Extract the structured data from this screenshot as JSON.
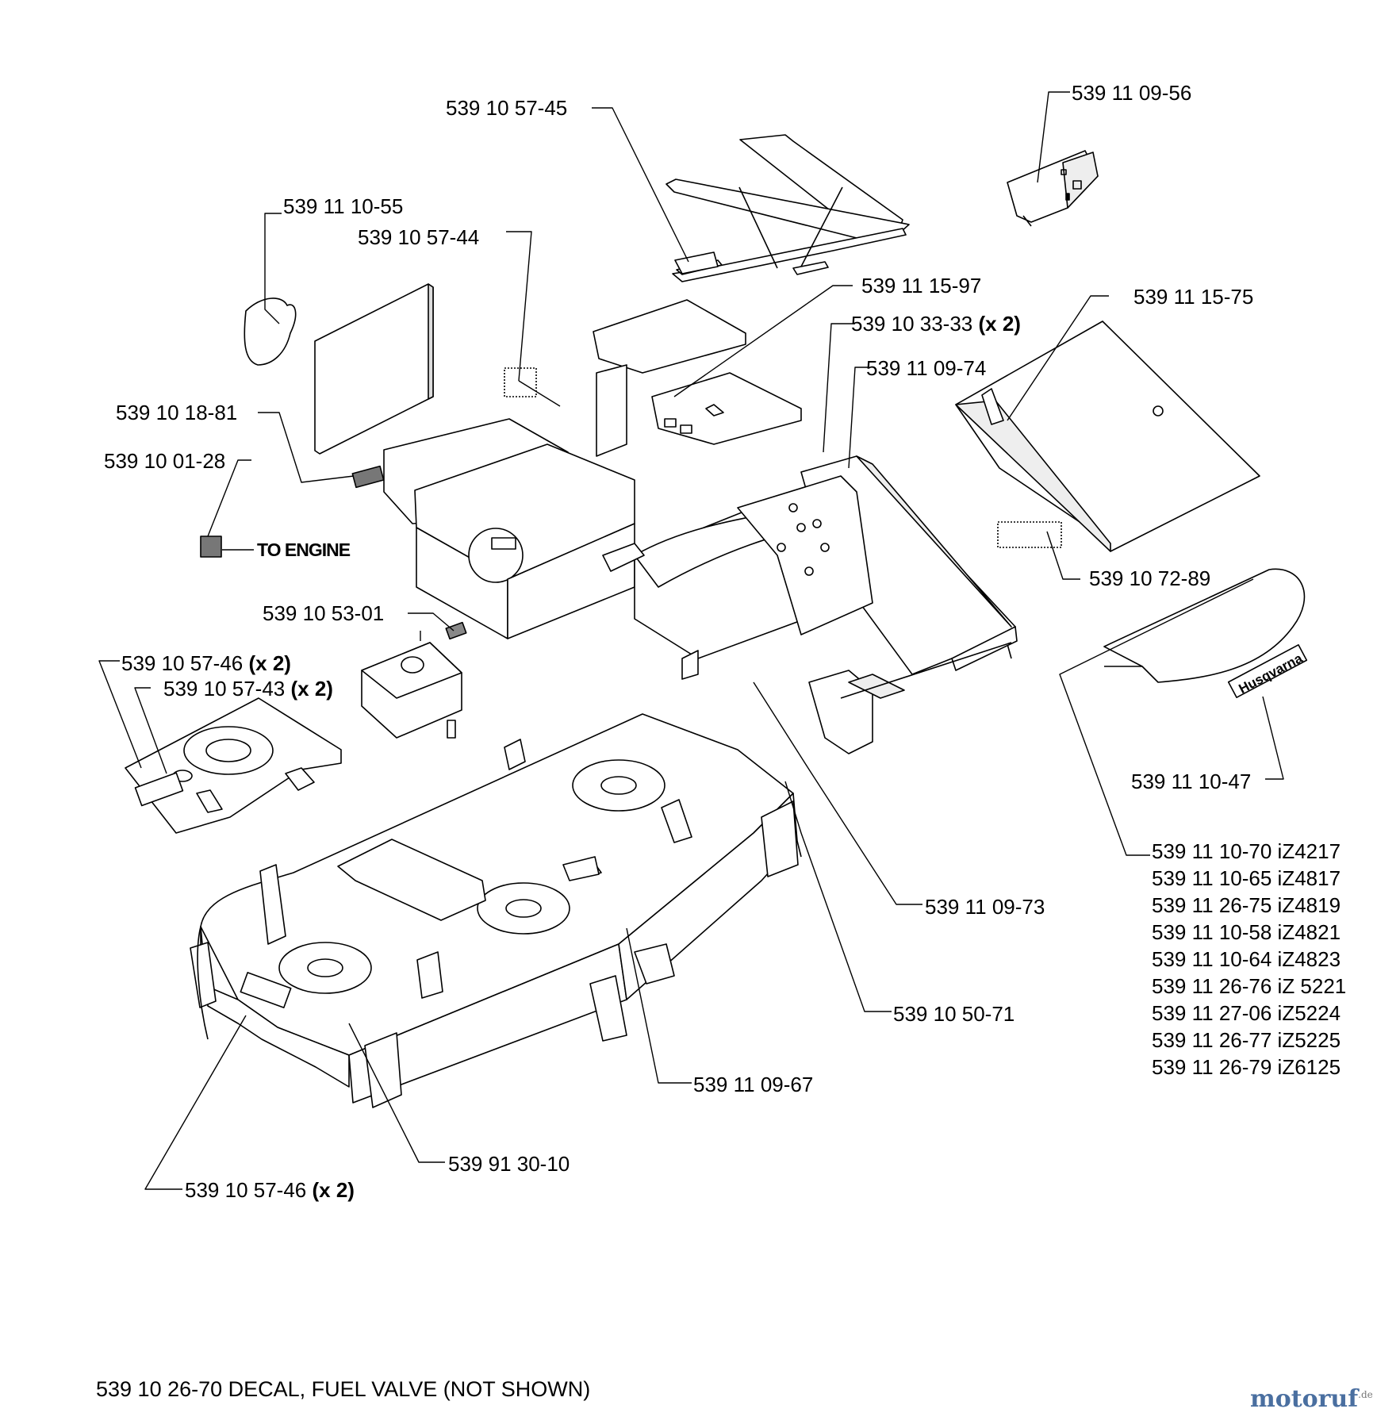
{
  "labels": {
    "p_57_45": "539 10 57-45",
    "p_09_56": "539 11 09-56",
    "p_10_55": "539 11 10-55",
    "p_57_44": "539 10 57-44",
    "p_15_97": "539 11 15-97",
    "p_33_33": "539 10 33-33",
    "p_09_74": "539 11 09-74",
    "p_15_75": "539 11 15-75",
    "p_18_81": "539 10 18-81",
    "p_01_28": "539 10 01-28",
    "to_engine": "TO ENGINE",
    "p_72_89": "539 10 72-89",
    "p_53_01": "539 10 53-01",
    "p_57_46_top": "539 10 57-46",
    "p_57_43": "539 10 57-43",
    "p_10_47": "539 11 10-47",
    "p_09_73": "539 11 09-73",
    "p_50_71": "539 10 50-71",
    "p_09_67": "539 11 09-67",
    "p_30_10": "539 91 30-10",
    "p_57_46_bottom": "539 10 57-46",
    "qty_x2": "(x 2)"
  },
  "variants": [
    "539 11 10-70 iZ4217",
    "539 11 10-65 iZ4817",
    "539 11 26-75 iZ4819",
    "539 11 10-58 iZ4821",
    "539 11 10-64 iZ4823",
    "539 11 26-76 iZ 5221",
    "539 11 27-06 iZ5224",
    "539 11 26-77 iZ5225",
    "539 11 26-79 iZ6125"
  ],
  "decal_brand": "Husqvarna",
  "footnote": "539 10 26-70 DECAL, FUEL VALVE (NOT SHOWN)",
  "watermark": {
    "text": "motoruf",
    "suffix": ".de"
  }
}
